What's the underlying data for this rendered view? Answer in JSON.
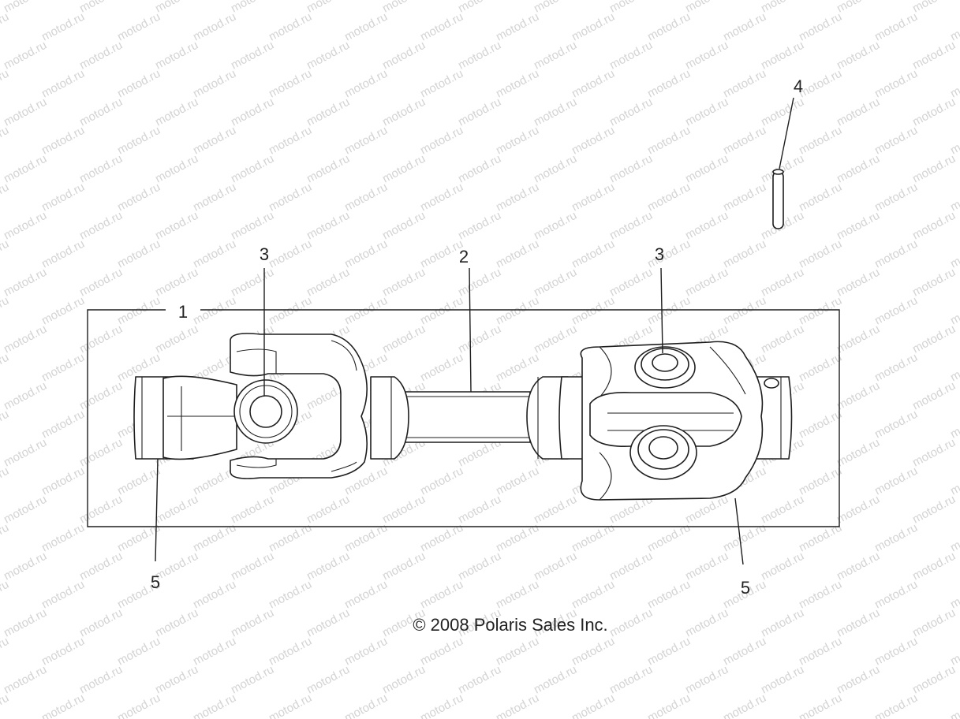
{
  "watermark": {
    "text": "motod.ru",
    "color": "#d3d3d3"
  },
  "callouts": [
    {
      "id": "c1",
      "label": "1"
    },
    {
      "id": "c2",
      "label": "2"
    },
    {
      "id": "c3a",
      "label": "3"
    },
    {
      "id": "c3b",
      "label": "3"
    },
    {
      "id": "c4",
      "label": "4"
    },
    {
      "id": "c5a",
      "label": "5"
    },
    {
      "id": "c5b",
      "label": "5"
    }
  ],
  "copyright": "© 2008 Polaris Sales Inc.",
  "colors": {
    "line": "#1e1e1e",
    "background": "#ffffff"
  }
}
